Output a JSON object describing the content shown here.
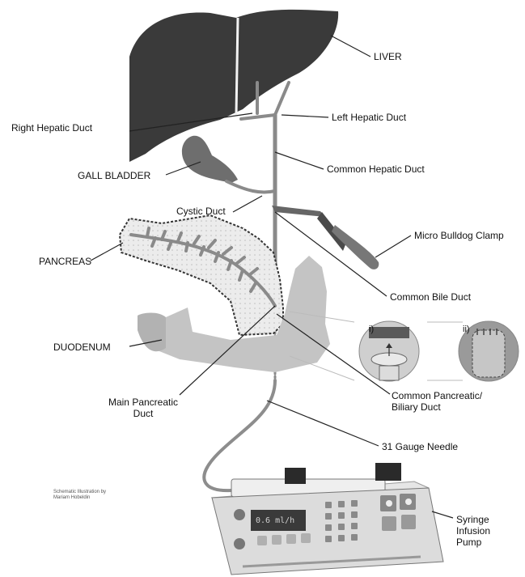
{
  "labels": {
    "liver": "LIVER",
    "right_hepatic_duct": "Right Hepatic Duct",
    "left_hepatic_duct": "Left Hepatic Duct",
    "common_hepatic_duct": "Common Hepatic Duct",
    "gall_bladder": "GALL BLADDER",
    "cystic_duct": "Cystic Duct",
    "micro_bulldog_clamp": "Micro Bulldog Clamp",
    "pancreas": "PANCREAS",
    "common_bile_duct": "Common Bile Duct",
    "duodenum": "DUODENUM",
    "inset_i": "i)",
    "inset_ii": "ii)",
    "main_pancreatic_duct_line1": "Main Pancreatic",
    "main_pancreatic_duct_line2": "Duct",
    "common_pancreatic_biliary_line1": "Common Pancreatic/",
    "common_pancreatic_biliary_line2": "Biliary Duct",
    "gauge_needle": "31 Gauge Needle",
    "syringe_pump_line1": "Syringe",
    "syringe_pump_line2": "Infusion",
    "syringe_pump_line3": "Pump"
  },
  "credit": {
    "line1": "Schematic Illustration by",
    "line2": "Mariam Hobeldin"
  },
  "pump_display": "0.6 ml/h",
  "colors": {
    "organ_dark": "#3a3a3a",
    "organ_light": "#c4c4c4",
    "duct": "#8a8a8a",
    "pump_body": "#dcdcdc"
  }
}
